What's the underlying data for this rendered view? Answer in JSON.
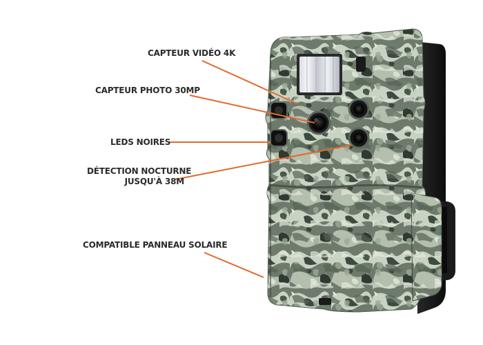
{
  "callouts": {
    "video_sensor": "CAPTEUR VIDÉO 4K",
    "photo_sensor": "CAPTEUR PHOTO 30MP",
    "black_leds": "LEDS NOIRES",
    "night_detection_line1": "DÉTECTION NOCTURNE",
    "night_detection_line2": "JUSQU'À 38M",
    "solar_panel": "COMPATIBLE PANNEAU SOLAIRE"
  },
  "colors": {
    "callout_line": "#e06a2c",
    "label_text": "#2b2b2b",
    "background": "#ffffff"
  },
  "product": {
    "image": "camouflage-trail-camera"
  }
}
